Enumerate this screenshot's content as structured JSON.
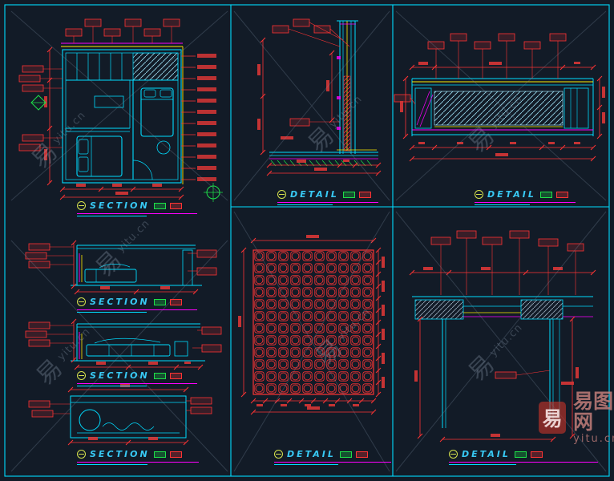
{
  "labels": {
    "section": "SECTION",
    "detail": "DETAIL"
  },
  "watermark": {
    "char": "易",
    "domain": "yitu.cn",
    "brand": "易图网"
  },
  "logo": {
    "char": "易",
    "brand": "易图网",
    "domain": "yitu.cn"
  },
  "colors": {
    "background": "#121b27",
    "line_cyan": "#00dcff",
    "line_red": "#ff3434",
    "line_magenta": "#ff00ff",
    "line_yellow": "#ffec00",
    "line_green": "#1ee048",
    "title_text": "#38c9f4",
    "watermark": "#97a6b8",
    "logo_red": "#c0392b"
  }
}
